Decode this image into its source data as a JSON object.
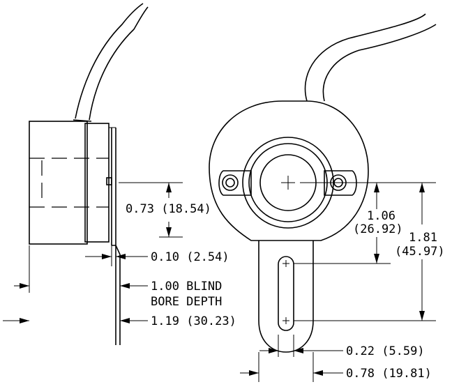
{
  "dimensions": {
    "hole_spacing": {
      "value": "0.73",
      "metric": "(18.54)"
    },
    "plate_thickness": {
      "value": "0.10",
      "metric": "(2.54)"
    },
    "blind_bore": {
      "line1": "1.00  BLIND",
      "line2": "BORE DEPTH"
    },
    "overall_depth": {
      "value": "1.19",
      "metric": "(30.23)"
    },
    "center_to_slot_top": {
      "value": "1.06",
      "metric": "(26.92)"
    },
    "center_to_slot_bottom": {
      "value": "1.81",
      "metric": "(45.97)"
    },
    "slot_width": {
      "value": "0.22",
      "metric": "(5.59)"
    },
    "arm_width": {
      "value": "0.78",
      "metric": "(19.81)"
    }
  }
}
